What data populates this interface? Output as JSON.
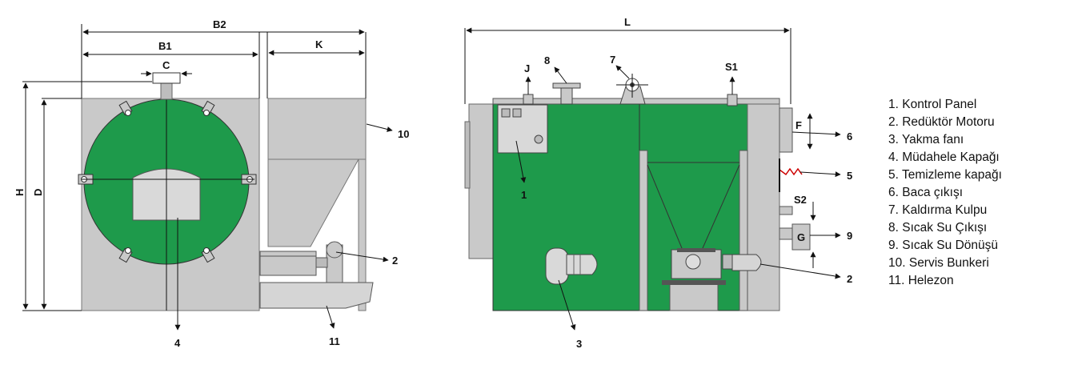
{
  "dimensions": {
    "B2": "B2",
    "B1": "B1",
    "C": "C",
    "K": "K",
    "H": "H",
    "D": "D",
    "L": "L",
    "J": "J",
    "S1": "S1",
    "S2": "S2",
    "F": "F",
    "G": "G"
  },
  "callouts": {
    "front": {
      "n10": "10",
      "n2": "2",
      "n4": "4",
      "n11": "11"
    },
    "side": {
      "n8": "8",
      "n7": "7",
      "n1": "1",
      "n3": "3",
      "n6": "6",
      "n5": "5",
      "n9": "9",
      "n2": "2"
    }
  },
  "legend": [
    "1. Kontrol Panel",
    "2. Redüktör Motoru",
    "3. Yakma fanı",
    "4. Müdahele Kapağı",
    "5. Temizleme kapağı",
    "6. Baca çıkışı",
    "7. Kaldırma Kulpu",
    "8. Sıcak Su Çıkışı",
    "9. Sıcak Su Dönüşü",
    "10. Servis Bunkeri",
    "11. Helezon"
  ],
  "colors": {
    "green": "#1e9a4b",
    "grey": "#c9c9c9",
    "grey_dark": "#9e9e9e",
    "line": "#111111"
  }
}
